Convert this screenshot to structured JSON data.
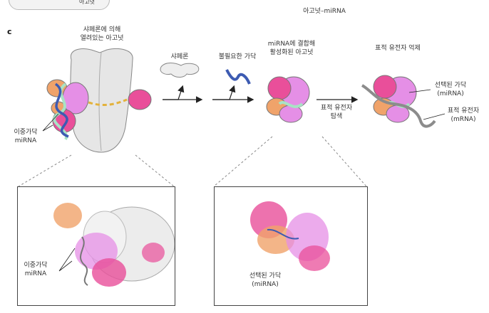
{
  "top_fragment": {
    "left_text": "아고넛",
    "right_text": "아고넛–miRNA"
  },
  "panel": {
    "letter": "c"
  },
  "labels": {
    "chaperone_open": [
      "샤페론에 의해",
      "열려있는 아고넛"
    ],
    "chaperone": "샤페론",
    "unneeded_strand": "불필요한 가닥",
    "activated": [
      "miRNA에 결합해",
      "활성화된 아고넛"
    ],
    "target_repression": "표적 유전자 억제",
    "target_search": [
      "표적 유전자",
      "탐색"
    ],
    "selected_strand": [
      "선택된 가닥",
      "(miRNA)"
    ],
    "target_gene": [
      "표적 유전자",
      "(mRNA)"
    ],
    "duplex": [
      "이중가닥",
      "miRNA"
    ],
    "box1_duplex": [
      "이중가닥",
      "miRNA"
    ],
    "box2_selected": [
      "선택된 가닥",
      "(miRNA)"
    ]
  },
  "colors": {
    "protein_gray": "#e6e6e6",
    "pink_domain": "#e94f9a",
    "magenta_domain": "#e58fe6",
    "orange_domain": "#f0a36a",
    "mint_strand": "#a8e3c5",
    "blue_strand": "#3d5bb2",
    "gold_strand": "#e3b23c",
    "mrna_gray": "#8c8c8c"
  }
}
